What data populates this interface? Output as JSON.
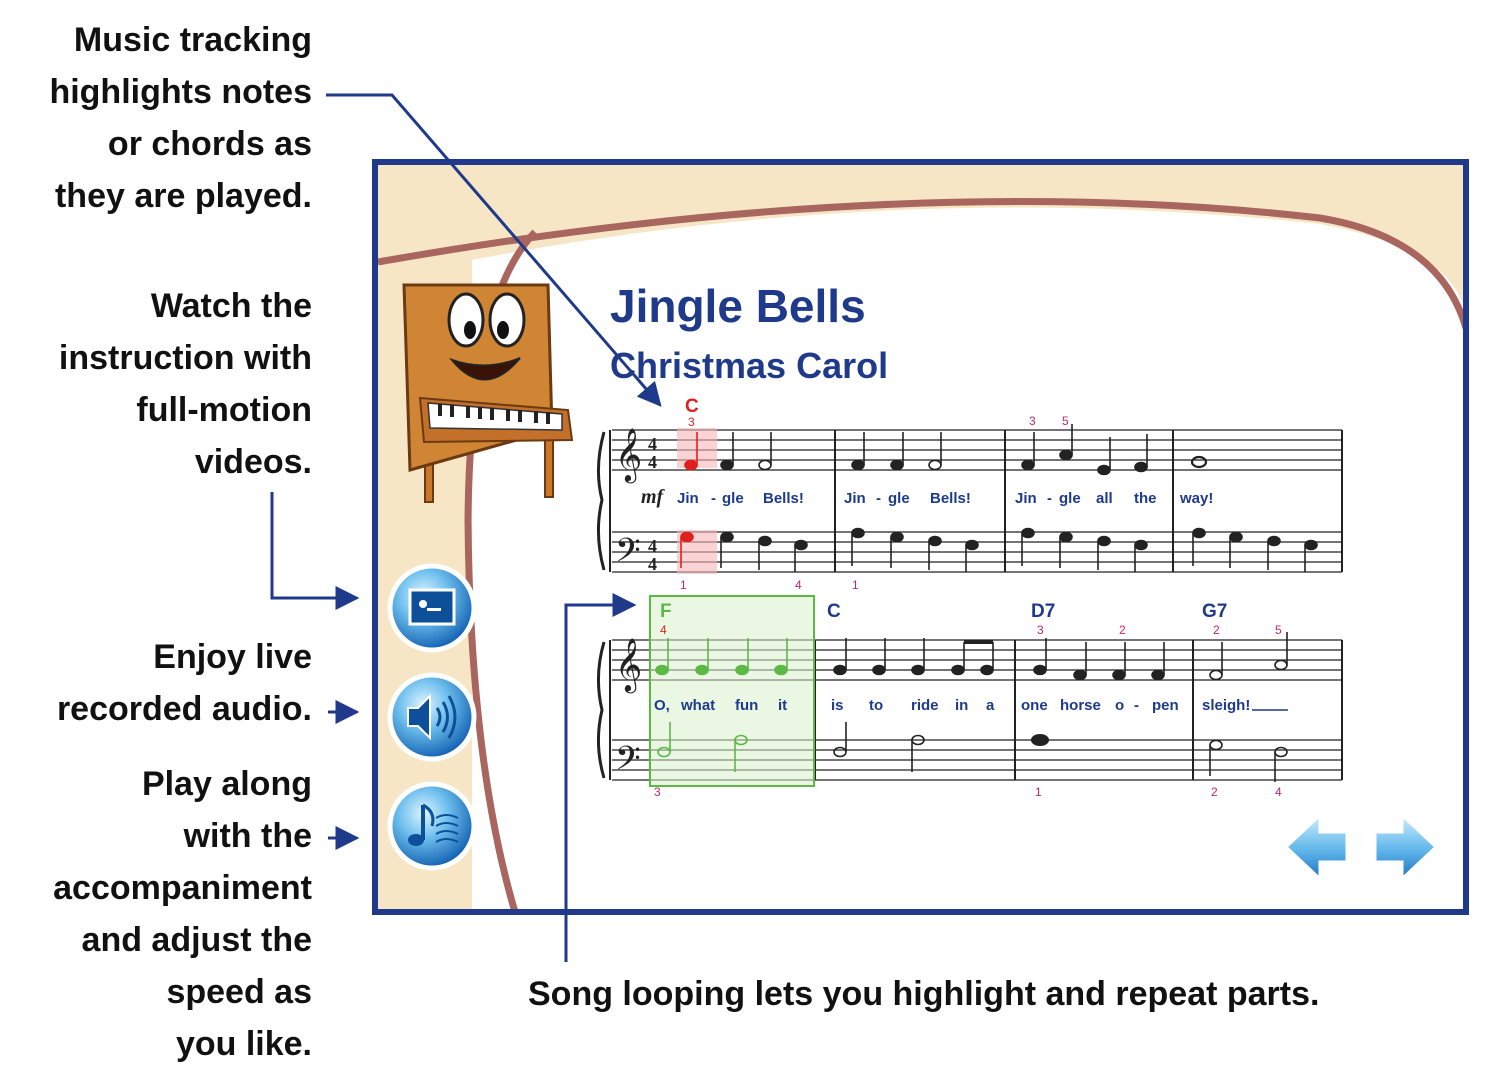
{
  "callouts": {
    "tracking": [
      "Music tracking",
      "highlights notes",
      "or chords as",
      "they are played."
    ],
    "video": [
      "Watch the",
      "instruction with",
      "full-motion",
      "videos."
    ],
    "audio": [
      "Enjoy live",
      "recorded audio."
    ],
    "playalong": [
      "Play along",
      "with the",
      "accompaniment",
      "and adjust the",
      "speed as",
      "you like."
    ],
    "looping": "Song looping lets you highlight and repeat parts."
  },
  "song": {
    "title": "Jingle Bells",
    "subtitle": "Christmas Carol",
    "dynamic": "mf"
  },
  "system1": {
    "chord": "C",
    "lyrics": [
      "Jin",
      "-",
      "gle",
      "Bells!",
      "Jin",
      "-",
      "gle",
      "Bells!",
      "Jin",
      "-",
      "gle",
      "all",
      "the",
      "way!"
    ],
    "fingers_top": [
      "3",
      "3",
      "5"
    ],
    "fingers_bottom": [
      "1",
      "4",
      "1"
    ]
  },
  "system2": {
    "chords": [
      "F",
      "C",
      "D7",
      "G7"
    ],
    "lyrics": [
      "O,",
      "what",
      "fun",
      "it",
      "is",
      "to",
      "ride",
      "in",
      "a",
      "one",
      "horse",
      "o",
      "-",
      "pen",
      "sleigh!"
    ],
    "fingers_top": [
      "4",
      "3",
      "2",
      "2",
      "5"
    ],
    "fingers_bottom": [
      "3",
      "1",
      "2",
      "4"
    ]
  },
  "colors": {
    "frame": "#1f3a8a",
    "panel": "#f6e6c6",
    "arc": "#a8665f",
    "highlight_red": "#e0201e",
    "loop_green": "#5cb946",
    "finger": "#c0286a"
  },
  "icons": {
    "video": "video-icon",
    "audio": "speaker-icon",
    "accompaniment": "music-note-icon",
    "back": "arrow-left-icon",
    "forward": "arrow-right-icon"
  }
}
